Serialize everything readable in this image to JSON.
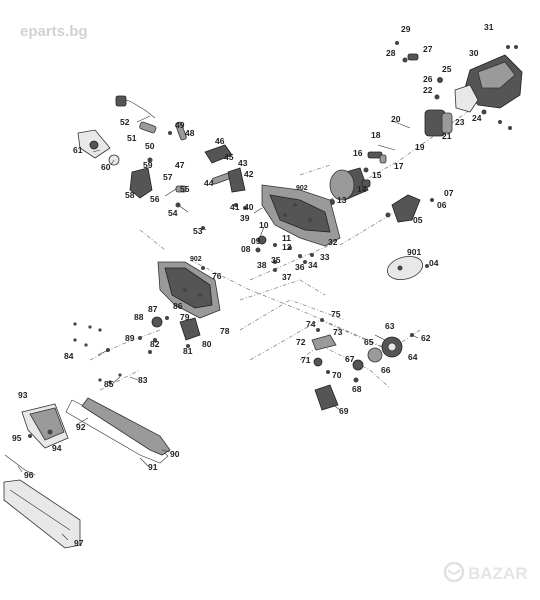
{
  "watermark": {
    "site": "eparts.bg",
    "logo": "BAZAR"
  },
  "callouts": {
    "c29": "29",
    "c31": "31",
    "c28": "28",
    "c27": "27",
    "c30": "30",
    "c25": "25",
    "c26": "26",
    "c22": "22",
    "c20": "20",
    "c23": "23",
    "c24": "24",
    "c21": "21",
    "c18": "18",
    "c19": "19",
    "c16": "16",
    "c17": "17",
    "c15": "15",
    "c14": "14",
    "c13": "13",
    "c902a": "902",
    "c52": "52",
    "c49": "49",
    "c48": "48",
    "c51": "51",
    "c50": "50",
    "c61": "61",
    "c60": "60",
    "c46": "46",
    "c47": "47",
    "c45": "45",
    "c43": "43",
    "c42": "42",
    "c44": "44",
    "c59": "59",
    "c57": "57",
    "c58": "58",
    "c55": "55",
    "c56": "56",
    "c54": "54",
    "c41": "41",
    "c40": "40",
    "c39": "39",
    "c07": "07",
    "c06": "06",
    "c05": "05",
    "c53": "53",
    "c10": "10",
    "c09": "09",
    "c08": "08",
    "c11": "11",
    "c12": "12",
    "c32": "32",
    "c33": "33",
    "c35": "35",
    "c36": "36",
    "c34": "34",
    "c38": "38",
    "c37": "37",
    "c902b": "902",
    "c76": "76",
    "c901": "901",
    "c04": "04",
    "c87": "87",
    "c86": "86",
    "c88": "88",
    "c79": "79",
    "c78": "78",
    "c89": "89",
    "c82": "82",
    "c80": "80",
    "c81": "81",
    "c84": "84",
    "c75": "75",
    "c74": "74",
    "c73": "73",
    "c63": "63",
    "c62": "62",
    "c72": "72",
    "c65": "65",
    "c64": "64",
    "c71": "71",
    "c67": "67",
    "c66": "66",
    "c70": "70",
    "c68": "68",
    "c85": "85",
    "c83": "83",
    "c69": "69",
    "c93": "93",
    "c92": "92",
    "c95": "95",
    "c94": "94",
    "c90": "90",
    "c91": "91",
    "c96": "96",
    "c97": "97"
  },
  "colors": {
    "ink": "#222222",
    "part_mid": "#9a9a9a",
    "part_dark": "#555555",
    "watermark": "#d2d2d2"
  }
}
